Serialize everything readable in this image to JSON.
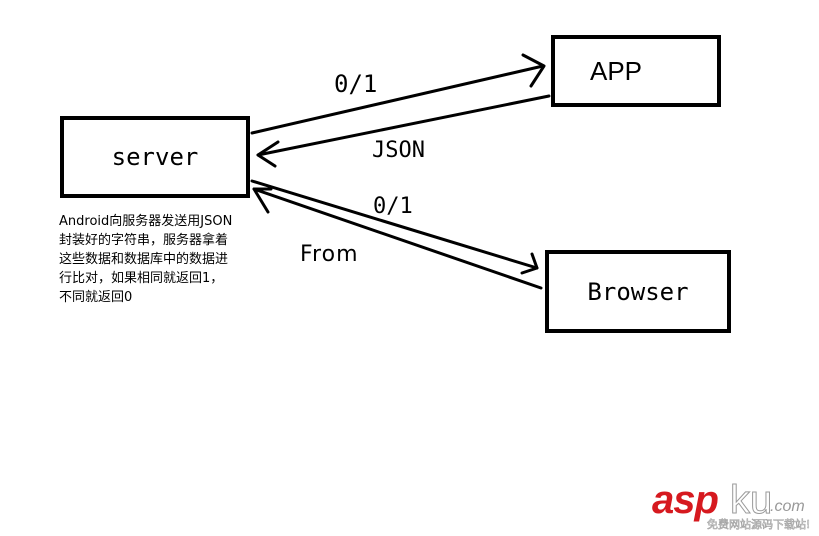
{
  "nodes": {
    "server": "server",
    "app": "APP",
    "browser": "Browser"
  },
  "edges": {
    "server_to_app": "0/1",
    "app_to_server": "JSON",
    "server_to_browser": "0/1",
    "browser_to_server": "From"
  },
  "note": {
    "lines": [
      "Android向服务器发送用JSON",
      "封装好的字符串，服务器拿着",
      "这些数据和数据库中的数据进",
      "行比对，如果相同就返回1，",
      "不同就返回0"
    ]
  },
  "watermark": {
    "brand_red": "asp",
    "brand_gray": "ku",
    "domain": ".com",
    "slogan": "免费网站源码下载站!",
    "colors": {
      "red": "#d6191f",
      "gray": "#9a9a9a"
    }
  }
}
